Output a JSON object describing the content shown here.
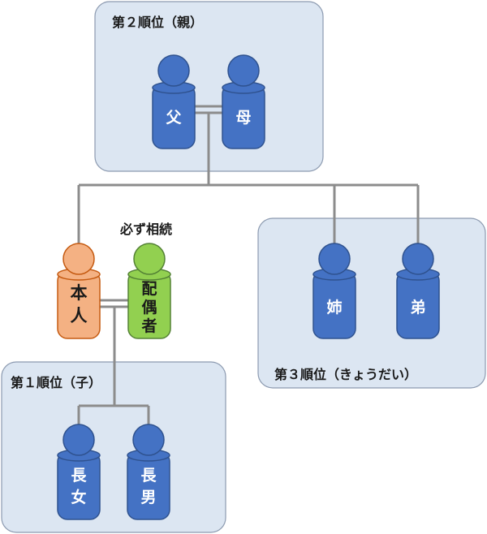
{
  "groups": {
    "parents": "第２順位（親）",
    "children": "第１順位（子）",
    "siblings": "第３順位（きょうだい）"
  },
  "note": "必ず相続",
  "people": {
    "father": "父",
    "mother": "母",
    "self": [
      "本",
      "人"
    ],
    "spouse": [
      "配",
      "偶",
      "者"
    ],
    "elder_sister": "姉",
    "younger_brother": "弟",
    "eldest_daughter": [
      "長",
      "女"
    ],
    "eldest_son": [
      "長",
      "男"
    ]
  },
  "colors": {
    "panel_fill": "#dce6f2",
    "panel_stroke": "#8c9ab0",
    "blue_body": "#4472c4",
    "blue_stroke": "#2f528f",
    "orange_body": "#f4b183",
    "orange_stroke": "#c55a11",
    "green_body": "#92d050",
    "green_stroke": "#548235",
    "line": "#8c8c8c"
  }
}
